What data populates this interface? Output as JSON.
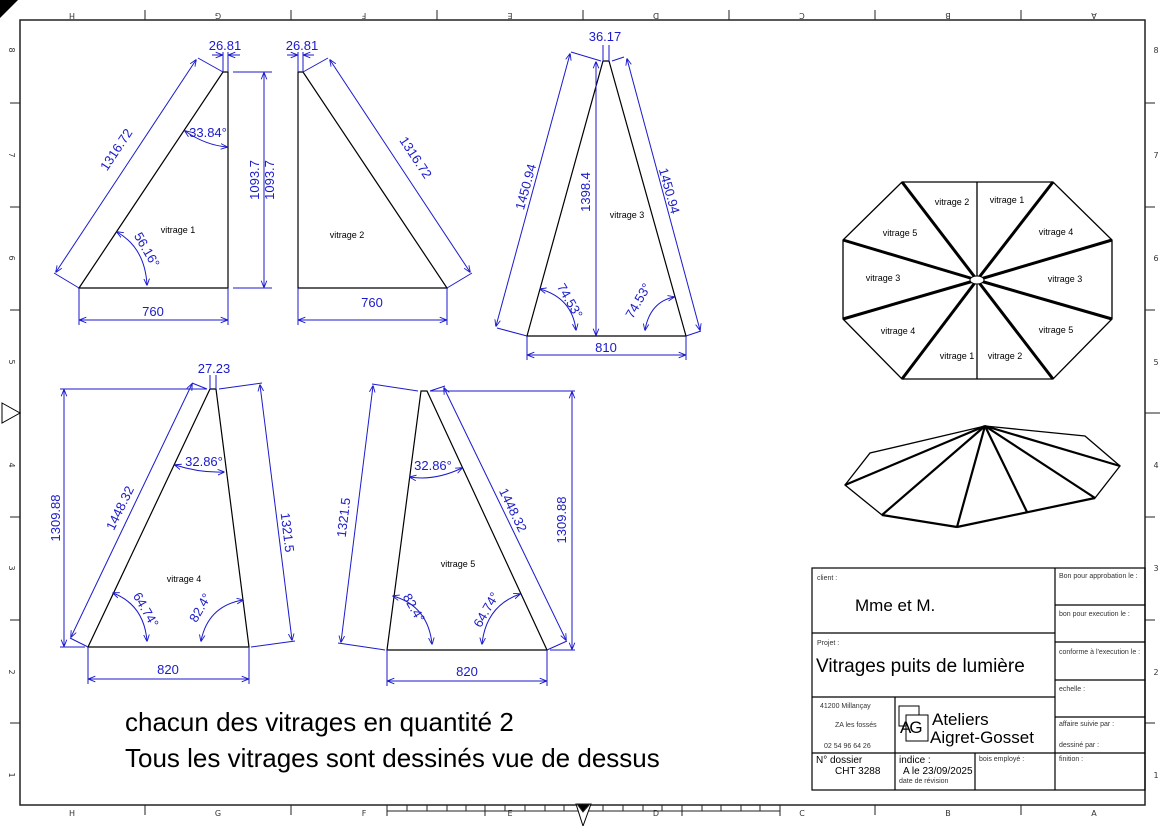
{
  "border": {
    "columns_top": [
      "H",
      "G",
      "F",
      "E",
      "D",
      "C",
      "B",
      "A"
    ],
    "columns_bottom": [
      "H",
      "G",
      "F",
      "E",
      "D",
      "C",
      "B",
      "A"
    ],
    "rows": [
      "8",
      "7",
      "6",
      "5",
      "4",
      "3",
      "2",
      "1"
    ]
  },
  "vitrages": {
    "v1": {
      "label": "vitrage 1",
      "top": "26.81",
      "hyp": "1316.72",
      "angle_top": "33.84°",
      "angle_bottom": "56.16°",
      "height_a": "1093.7",
      "height_b": "1093.7",
      "base": "760"
    },
    "v2": {
      "label": "vitrage 2",
      "top": "26.81",
      "hyp": "1316.72",
      "base": "760"
    },
    "v3": {
      "label": "vitrage 3",
      "top": "36.17",
      "side_left": "1450.94",
      "side_right": "1450.94",
      "height": "1398.4",
      "angle_left": "74.53°",
      "angle_right": "74.53°",
      "base": "810"
    },
    "v4": {
      "label": "vitrage 4",
      "top": "27.23",
      "height": "1309.88",
      "hyp": "1448.32",
      "angle_top": "32.86°",
      "side": "1321.5",
      "angle_left": "64.74°",
      "angle_right": "82.4°",
      "base": "820"
    },
    "v5": {
      "label": "vitrage 5",
      "side": "1321.5",
      "angle_top": "32.86°",
      "hyp": "1448.32",
      "height": "1309.88",
      "angle_left": "82.4°",
      "angle_right": "64.74°",
      "base": "820"
    }
  },
  "plan_view": {
    "labels": [
      "vitrage 2",
      "vitrage 1",
      "vitrage 4",
      "vitrage 3",
      "vitrage 5",
      "vitrage 2",
      "vitrage 1",
      "vitrage 4",
      "vitrage 3",
      "vitrage 5"
    ]
  },
  "notes": {
    "line1": "chacun des vitrages en quantité 2",
    "line2": "Tous les vitrages sont dessinés vue de dessus"
  },
  "title_block": {
    "client_label": "client :",
    "client": "Mme et M.",
    "projet_label": "Projet :",
    "projet": "Vitrages puits de lumière",
    "address_city": "41200 Millançay",
    "address_street": "ZA les fossés",
    "phone": "02 54 96 64 26",
    "company_line1": "Ateliers",
    "company_line2": "Aigret-Gosset",
    "logo_letters": "AG",
    "dossier_label": "N° dossier",
    "dossier": "CHT 3288",
    "indice_label": "indice :",
    "indice": "A le 23/09/2025",
    "revision_label": "date de révision",
    "bois_label": "bois employé :",
    "approbation": "Bon pour approbation le :",
    "execution": "bon pour execution le :",
    "conforme": "conforme à l'execution le :",
    "echelle": "echelle :",
    "affaire": "affaire suivie par :",
    "dessine": "dessiné par :",
    "finition": "finition :"
  }
}
